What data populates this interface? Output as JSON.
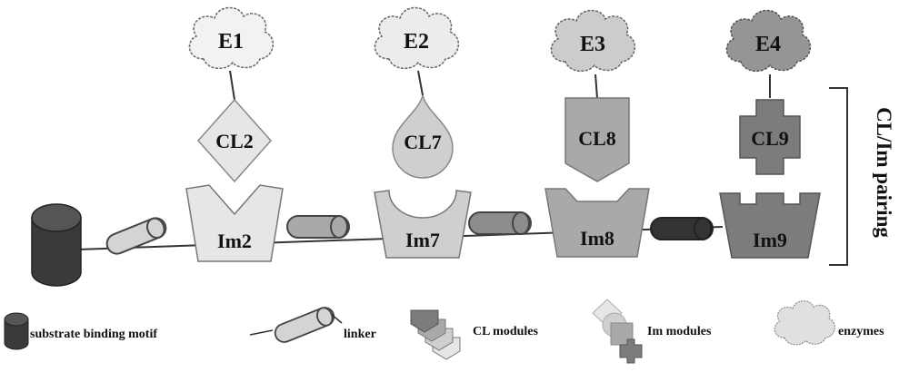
{
  "enzymes": [
    "E1",
    "E2",
    "E3",
    "E4"
  ],
  "cl_modules": [
    "CL2",
    "CL7",
    "CL8",
    "CL9"
  ],
  "im_modules": [
    "Im2",
    "Im7",
    "Im8",
    "Im9"
  ],
  "side_label": "CL/Im pairing",
  "legend": {
    "substrate": "substrate binding motif",
    "linker": "linker",
    "cl": "CL modules",
    "im": "Im modules",
    "enzymes": "enzymes"
  },
  "colors": {
    "substrate": "#3a3a3a",
    "linker_1": "#d4d4d4",
    "linker_2": "#a9a9a9",
    "linker_3": "#8c8c8c",
    "linker_4": "#333333",
    "module_1": "#e6e6e6",
    "module_2": "#cfcfcf",
    "module_3": "#a9a9a9",
    "module_4": "#7c7c7c",
    "enzyme_1": "#f2f2f2",
    "enzyme_2": "#ececec",
    "enzyme_3": "#cccccc",
    "enzyme_4": "#959595",
    "outline": "#555555"
  }
}
